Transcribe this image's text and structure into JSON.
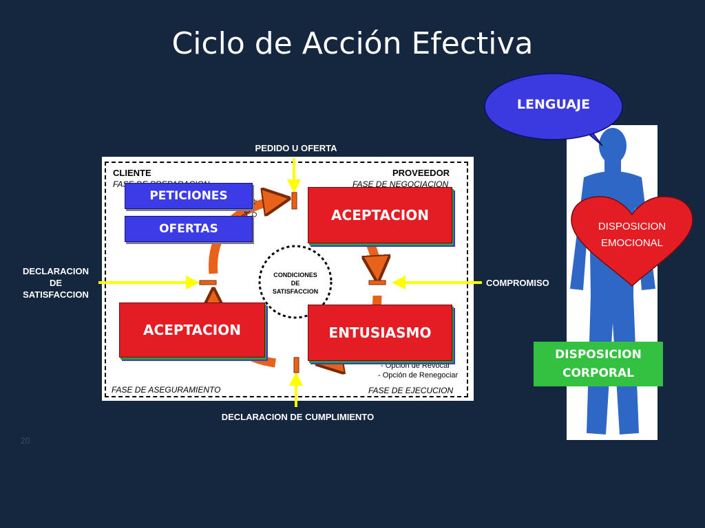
{
  "title": "Ciclo de Acción Efectiva",
  "labels": {
    "pedido_oferta": "PEDIDO U OFERTA",
    "cliente": "CLIENTE",
    "proveedor": "PROVEEDOR",
    "fase_preparacion": "FASE DE PREPARACION",
    "fase_negociacion": "FASE DE NEGOCIACION",
    "fase_aseguramiento": "FASE DE ASEGURAMIENTO",
    "fase_ejecucion": "FASE DE EJECUCION",
    "declaracion_satisfaccion_1": "DECLARACION",
    "declaracion_satisfaccion_2": "DE",
    "declaracion_satisfaccion_3": "SATISFACCION",
    "compromiso": "COMPROMISO",
    "declaracion_cumplimiento": "DECLARACION DE CUMPLIMIENTO",
    "condiciones_1": "CONDICIONES",
    "condiciones_2": "DE",
    "condiciones_3": "SATISFACCION",
    "preparar_1": "PREPARAR",
    "preparar_2": "PEDIDO",
    "opcion_revocar": "- Opción de Revocar",
    "opcion_renegociar": "- Opción de Renegociar",
    "footnote": "20"
  },
  "boxes": {
    "peticiones": "PETICIONES",
    "ofertas": "OFERTAS",
    "aceptacion_top": "ACEPTACION",
    "aceptacion_bottom": "ACEPTACION",
    "entusiasmo": "ENTUSIASMO"
  },
  "figure": {
    "lenguaje": "LENGUAJE",
    "disposicion_emocional_1": "DISPOSICION",
    "disposicion_emocional_2": "EMOCIONAL",
    "disposicion_corporal_1": "DISPOSICION",
    "disposicion_corporal_2": "CORPORAL"
  },
  "colors": {
    "background": "#15263f",
    "red_box": "#e41d24",
    "blue_box": "#3c3ce6",
    "green_box": "#34c040",
    "arrow_yellow": "#ffff00",
    "cycle_orange": "#e8621a",
    "figure_blue": "#2f67c6"
  }
}
